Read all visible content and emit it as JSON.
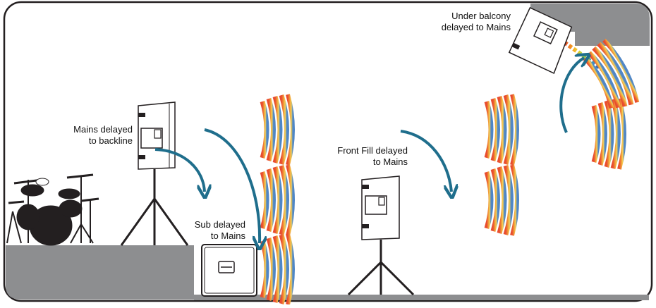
{
  "labels": {
    "mains": [
      "Mains delayed",
      "to backline"
    ],
    "sub": [
      "Sub delayed",
      "to Mains"
    ],
    "front_fill": [
      "Front Fill delayed",
      "to Mains"
    ],
    "under_balcony": [
      "Under balcony",
      "delayed to Mains"
    ]
  },
  "colors": {
    "arrow": "#1f6e8c",
    "floor": "#8d8e90",
    "outline": "#231f20",
    "gradient": [
      "#e23a2c",
      "#f08a24",
      "#f4c62a",
      "#b9d343",
      "#4fb55b",
      "#3b8fc8",
      "#2e5aa6",
      "#6a3f98"
    ]
  },
  "icons": [
    "drum-kit-icon",
    "main-speaker-icon",
    "tripod-stand-icon",
    "subwoofer-icon",
    "front-fill-speaker-icon",
    "under-balcony-speaker-icon",
    "sound-wavefront-icon",
    "delay-arrow-icon"
  ]
}
